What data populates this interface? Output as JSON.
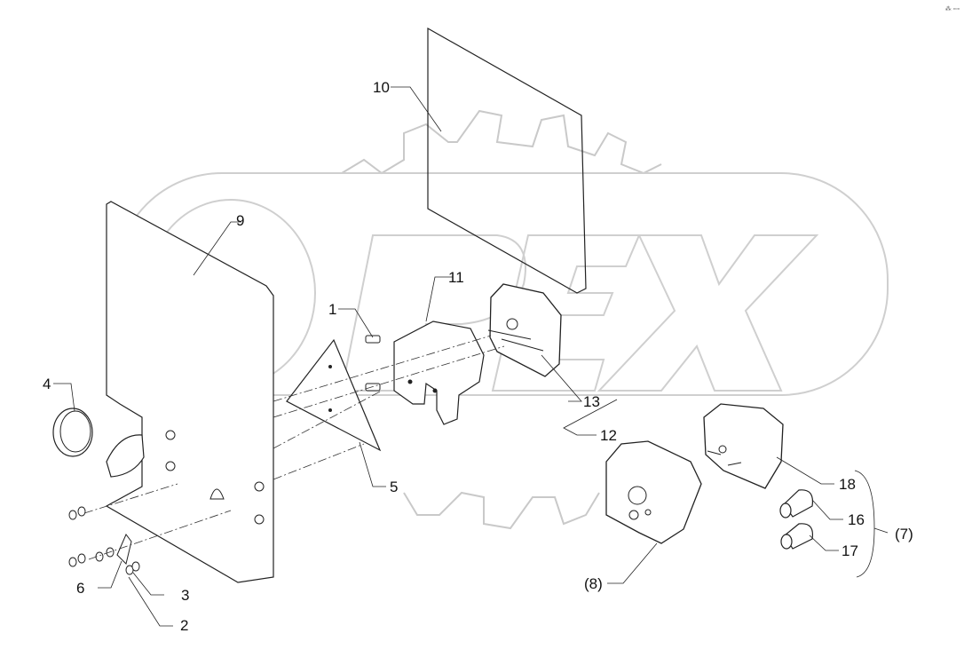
{
  "diagram": {
    "watermark": "OREX",
    "labels": {
      "l1": "1",
      "l2": "2",
      "l3": "3",
      "l4": "4",
      "l5": "5",
      "l6": "6",
      "l7": "(7)",
      "l8": "(8)",
      "l9": "9",
      "l10": "10",
      "l11": "11",
      "l12": "12",
      "l13": "13",
      "l16": "16",
      "l17": "17",
      "l18": "18"
    },
    "corner_mark": "⁂ ▫▫▫"
  }
}
